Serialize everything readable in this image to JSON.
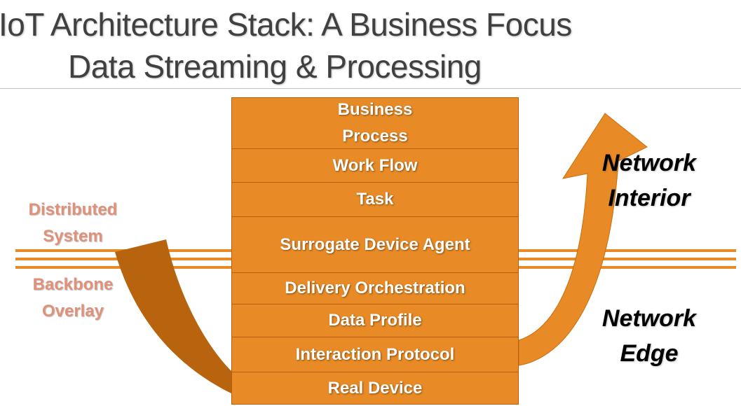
{
  "title": {
    "line1": "IoT Architecture Stack: A Business Focus",
    "line2": "Data Streaming & Processing"
  },
  "stack": {
    "layers": [
      {
        "label": "Business\nProcess"
      },
      {
        "label": "Work Flow"
      },
      {
        "label": "Task"
      },
      {
        "label": "Surrogate Device Agent"
      },
      {
        "label": "Delivery Orchestration"
      },
      {
        "label": "Data Profile"
      },
      {
        "label": "Interaction Protocol"
      },
      {
        "label": "Real Device"
      }
    ]
  },
  "left_labels": {
    "distributed": "Distributed\nSystem",
    "backbone": "Backbone\nOverlay"
  },
  "right_labels": {
    "interior": "Network\nInterior",
    "edge": "Network\nEdge"
  },
  "colors": {
    "layer_fill": "#e88a25",
    "layer_border": "#b55f0c",
    "bus_lines": "#e88a25",
    "left_arrow": "#b8640f",
    "right_arrow": "#e88a25",
    "side_label": "#e0917a",
    "title": "#404040"
  }
}
